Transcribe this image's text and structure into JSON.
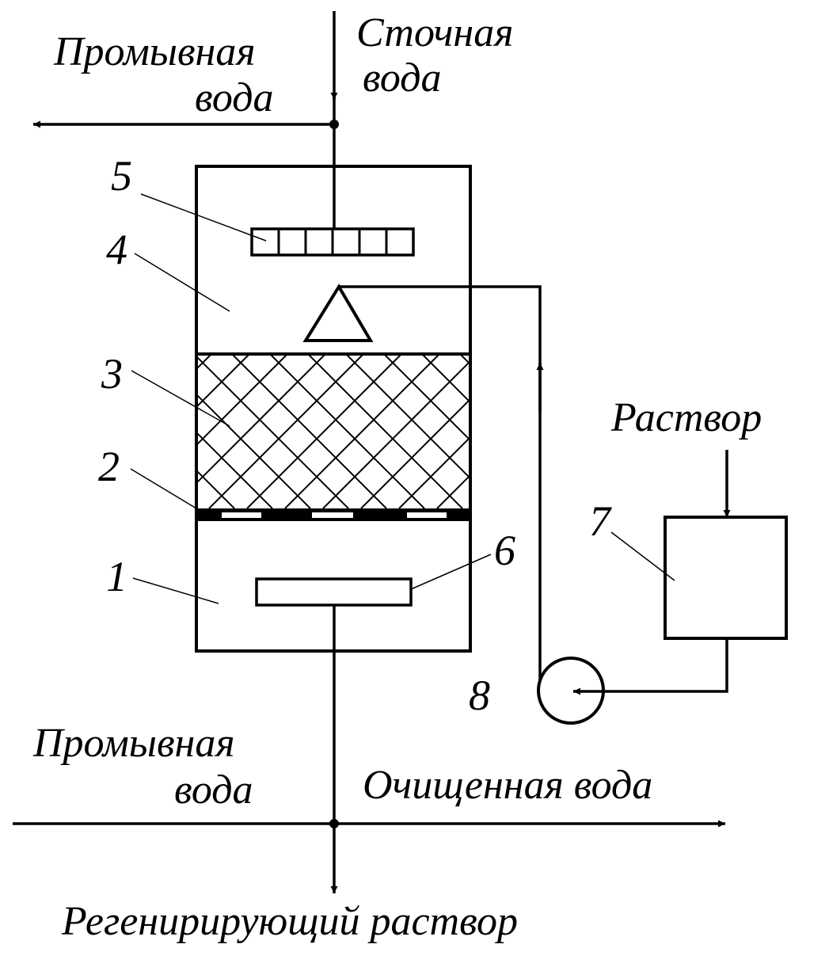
{
  "labels": {
    "wash_water_top_line1": "Промывная",
    "wash_water_top_line2": "вода",
    "waste_water_line1": "Сточная",
    "waste_water_line2": "вода",
    "solution": "Раствор",
    "wash_water_bottom_line1": "Промывная",
    "wash_water_bottom_line2": "вода",
    "purified_water": "Очищенная вода",
    "regenerating_solution": "Регенирирующий раствор"
  },
  "numbers": {
    "n1": "1",
    "n2": "2",
    "n3": "3",
    "n4": "4",
    "n5": "5",
    "n6": "6",
    "n7": "7",
    "n8": "8"
  },
  "colors": {
    "ink": "#000000",
    "paper": "#ffffff"
  }
}
